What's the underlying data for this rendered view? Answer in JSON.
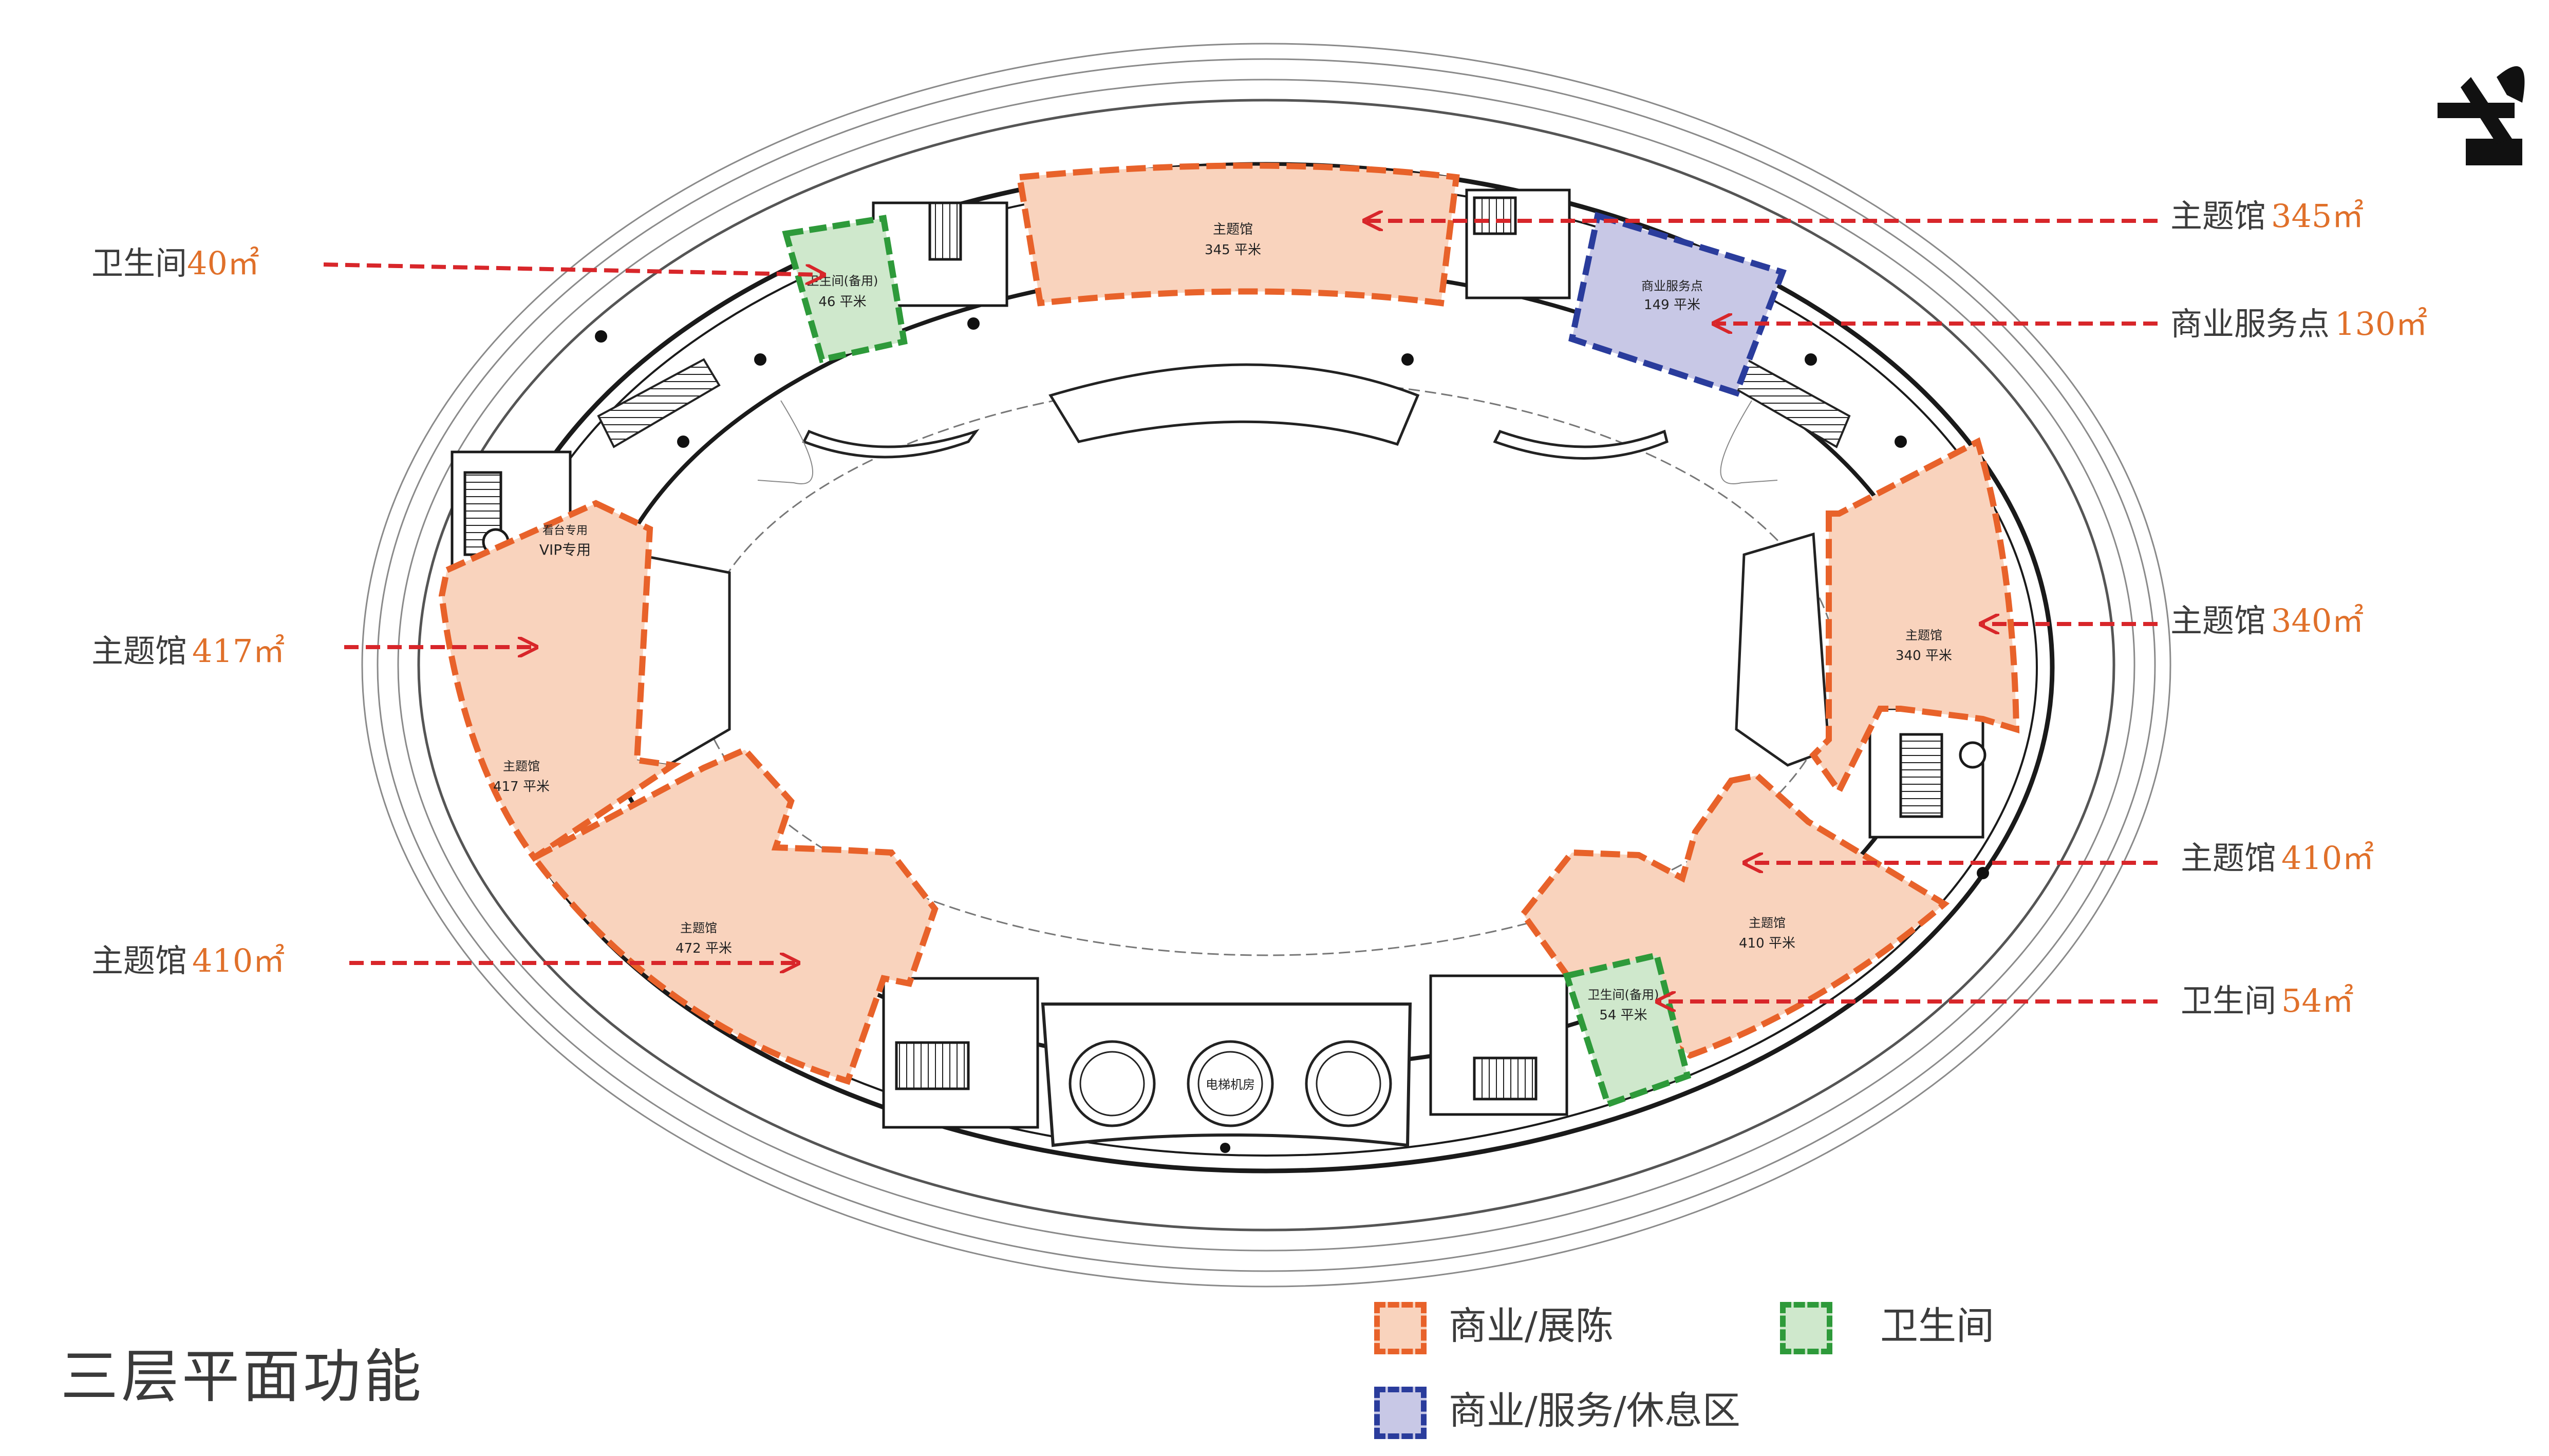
{
  "title": "三层平面功能",
  "colors": {
    "exhibit_fill": "#f9d3bd",
    "exhibit_border": "#e8622a",
    "wc_fill": "#cfe8cc",
    "wc_border": "#2e9a3a",
    "service_fill": "#c8c8e6",
    "service_border": "#2a3c9c",
    "arrow": "#d8262a",
    "value": "#e0702a"
  },
  "callouts": [
    {
      "id": "wc-left",
      "name": "卫生间",
      "value": "40㎡"
    },
    {
      "id": "hall-top",
      "name": "主题馆",
      "value": "345㎡"
    },
    {
      "id": "service",
      "name": "商业服务点",
      "value": "130㎡"
    },
    {
      "id": "hall-left",
      "name": "主题馆",
      "value": "417㎡"
    },
    {
      "id": "hall-right",
      "name": "主题馆",
      "value": "340㎡"
    },
    {
      "id": "hall-lower-right",
      "name": "主题馆",
      "value": "410㎡"
    },
    {
      "id": "hall-lower-left",
      "name": "主题馆",
      "value": "410㎡"
    },
    {
      "id": "wc-right",
      "name": "卫生间",
      "value": "54㎡"
    }
  ],
  "rooms": {
    "hall_top": {
      "name": "主题馆",
      "area": "345 平米"
    },
    "service": {
      "name": "商业服务点",
      "area": "149 平米"
    },
    "wc_left": {
      "name": "卫生间(备用)",
      "area": "46 平米"
    },
    "hall_left": {
      "name": "主题馆",
      "area": "417 平米"
    },
    "hall_lower_left": {
      "name": "主题馆",
      "area": "472 平米"
    },
    "hall_right": {
      "name": "主题馆",
      "area": "340 平米"
    },
    "hall_lower_right": {
      "name": "主题馆",
      "area": "410 平米"
    },
    "wc_right": {
      "name": "卫生间(备用)",
      "area": "54 平米"
    },
    "vip": {
      "name": "看台专用",
      "sub": "VIP专用"
    },
    "elevator_room": {
      "name": "电梯机房"
    }
  },
  "legend": [
    {
      "type": "exhibit",
      "label": "商业/展陈"
    },
    {
      "type": "wc",
      "label": "卫生间"
    },
    {
      "type": "service",
      "label": "商业/服务/休息区"
    }
  ]
}
